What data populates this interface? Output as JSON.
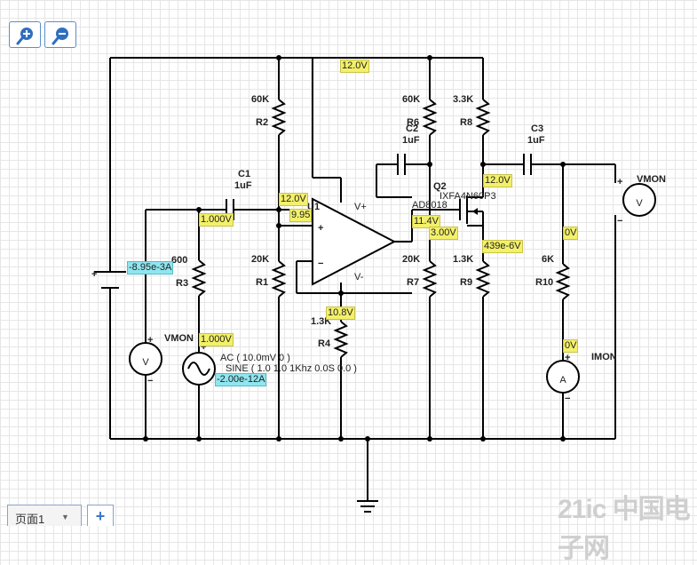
{
  "toolbar": {
    "zoom_in_icon": "zoom-in-icon",
    "zoom_out_icon": "zoom-out-icon"
  },
  "components": {
    "r2": {
      "value": "60K",
      "ref": "R2"
    },
    "r1": {
      "value": "20K",
      "ref": "R1"
    },
    "r3": {
      "value": "600",
      "ref": "R3"
    },
    "r4": {
      "value": "1.3K",
      "ref": "R4"
    },
    "r6": {
      "value": "60K",
      "ref": "R6"
    },
    "r7": {
      "value": "20K",
      "ref": "R7"
    },
    "r8": {
      "value": "3.3K",
      "ref": "R8"
    },
    "r9": {
      "value": "1.3K",
      "ref": "R9"
    },
    "r10": {
      "value": "6K",
      "ref": "R10"
    },
    "c1": {
      "ref": "C1",
      "value": "1uF"
    },
    "c2": {
      "ref": "C2",
      "value": "1uF"
    },
    "c3": {
      "ref": "C3",
      "value": "1uF"
    },
    "u1": {
      "ref": "U1",
      "part": "AD8018",
      "vplus": "V+",
      "vminus": "V-",
      "plus": "+",
      "minus": "−"
    },
    "q2": {
      "ref": "Q2",
      "part": "IXFA4N60P3"
    },
    "source": {
      "label": "VMON",
      "line1": "AC ( 10.0mV 0 )",
      "line2": "SINE ( 1.0 1.0 1Khz 0.0S 0.0 )",
      "plus": "+"
    },
    "vmon_left": {
      "symbol": "V",
      "plus": "+",
      "minus": "−"
    },
    "vmon_right": {
      "label": "VMON",
      "symbol": "V",
      "plus": "+",
      "minus": "−"
    },
    "imon": {
      "label": "IMON",
      "symbol": "A",
      "plus": "+",
      "minus": "−"
    },
    "battery": {
      "plus": "+"
    }
  },
  "probes": {
    "p_top": "12.0V",
    "p_c1": "1.000V",
    "p_u1_in": "12.0V",
    "p_u1_in2": "9.95",
    "p_batt": "-8.95e-3A",
    "p_vmon": "1.000V",
    "p_src_i": "-2.00e-12A",
    "p_r4": "10.8V",
    "p_out": "11.4V",
    "p_gate": "3.00V",
    "p_drain": "12.0V",
    "p_source": "439e-6V",
    "p_r10": "0V",
    "p_imon": "0V"
  },
  "tabs": {
    "page1": "页面1",
    "caret": "▼",
    "add": "+"
  },
  "watermark": "21ic 中国电子网"
}
